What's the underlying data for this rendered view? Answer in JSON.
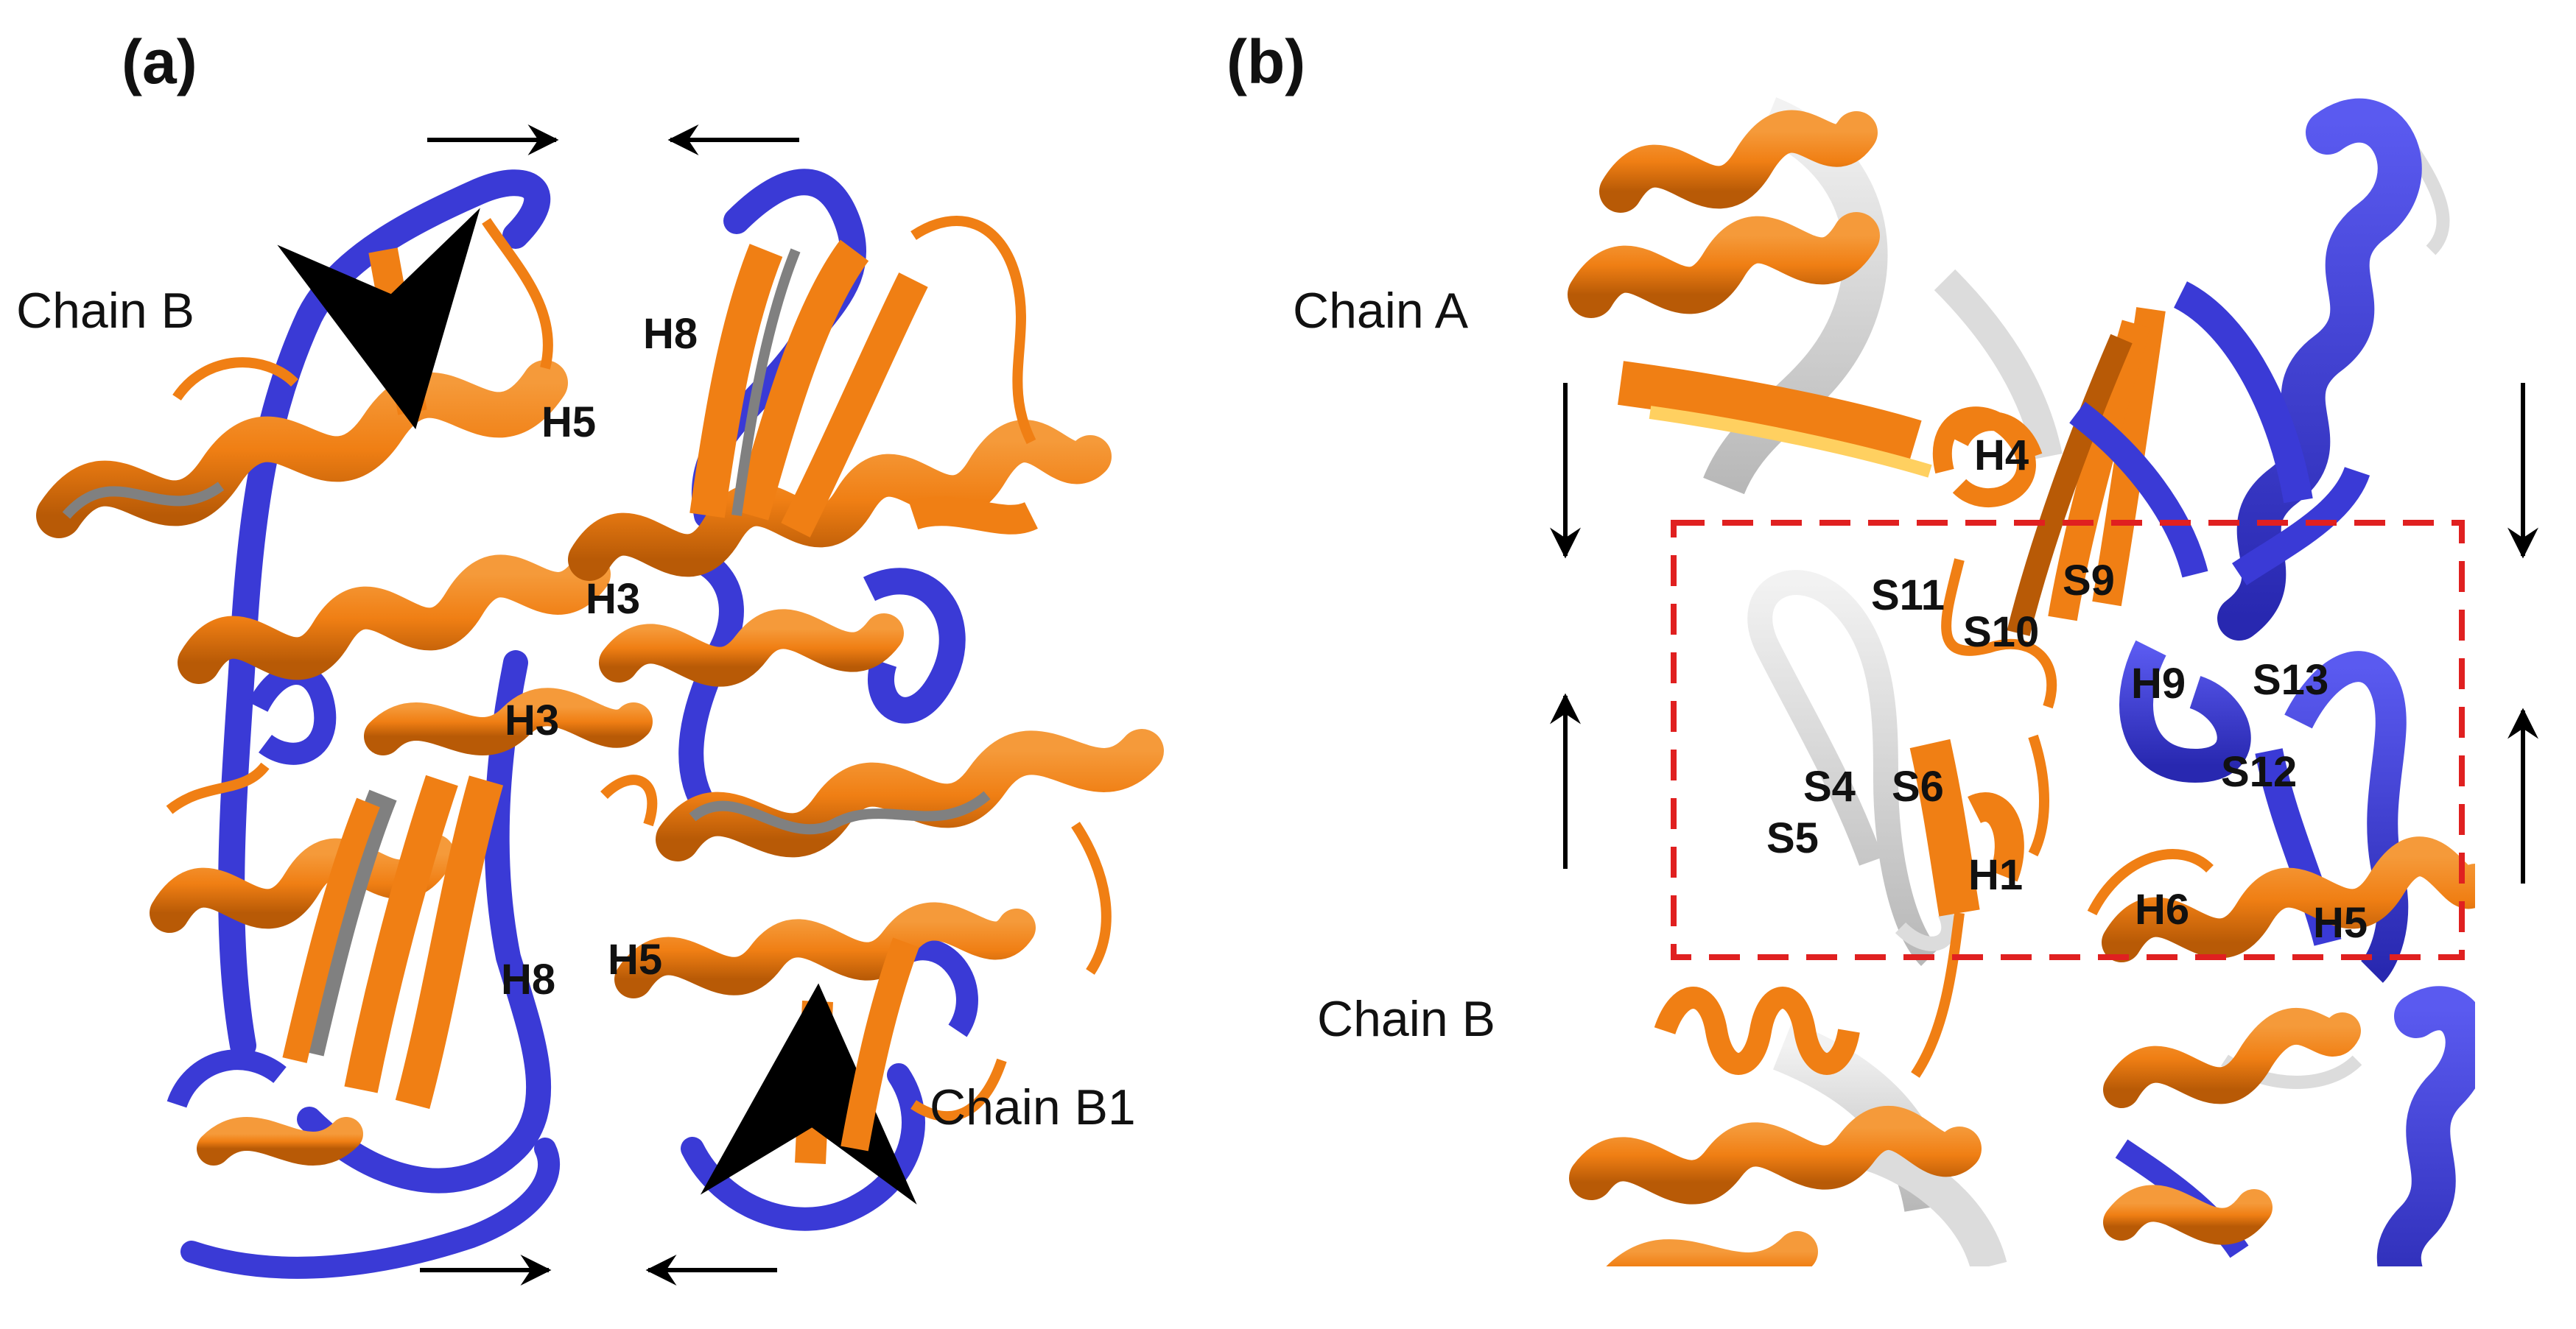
{
  "panels": {
    "a": {
      "label": "(a)",
      "chain_left": "Chain B",
      "chain_right": "Chain B1",
      "sse_labels": [
        "H8",
        "H5",
        "H3",
        "H3",
        "H8",
        "H5"
      ]
    },
    "b": {
      "label": "(b)",
      "chain_top": "Chain A",
      "chain_bottom": "Chain B",
      "sse_labels": [
        "H4",
        "S11",
        "S9",
        "S10",
        "H9",
        "S13",
        "S12",
        "S4",
        "S6",
        "S5",
        "H1",
        "H6",
        "H5"
      ]
    }
  },
  "colors": {
    "helix_orange": "#F07F14",
    "helix_orange_dark": "#B85A06",
    "strand_gray": "#808080",
    "blue": "#3A3AD6",
    "light_gray": "#DCDCDC",
    "dashed_box": "#E02020",
    "arrow": "#000000"
  }
}
